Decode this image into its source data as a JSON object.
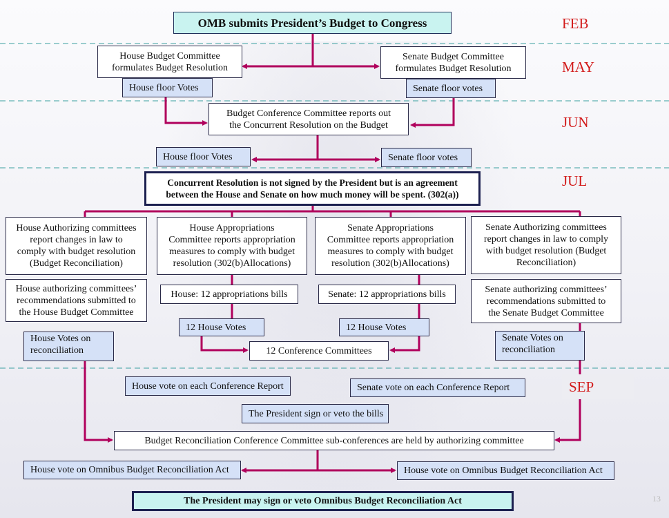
{
  "months": [
    "FEB",
    "MAY",
    "JUN",
    "JUL",
    "SEP"
  ],
  "boxes": {
    "omb": "OMB submits President’s Budget to Congress",
    "house_budget_committee": [
      "House Budget Committee",
      "formulates Budget Resolution"
    ],
    "senate_budget_committee": [
      "Senate Budget Committee",
      "formulates Budget Resolution"
    ],
    "house_floor_votes_1": "House floor Votes",
    "senate_floor_votes_1": "Senate floor votes",
    "conference_committee": [
      "Budget Conference Committee reports out",
      "the Concurrent Resolution on the Budget"
    ],
    "house_floor_votes_2": "House floor Votes",
    "senate_floor_votes_2": "Senate floor votes",
    "concurrent_resolution": [
      "Concurrent Resolution is not signed by the President but is an agreement",
      "between the House and Senate on how much money will be spent.  (302(a))"
    ],
    "house_authorizing": [
      "House Authorizing committees",
      "report changes in law to",
      "comply with budget resolution",
      "(Budget Reconciliation)"
    ],
    "house_appropriations": [
      "House Appropriations",
      "Committee reports appropriation",
      "measures to comply with budget",
      "resolution (302(b)Allocations)"
    ],
    "senate_appropriations": [
      "Senate Appropriations",
      "Committee reports appropriation",
      "measures to comply with budget",
      "resolution (302(b)Allocations)"
    ],
    "senate_authorizing": [
      "Senate Authorizing committees",
      "report changes in law to comply",
      "with budget resolution (Budget",
      "Reconciliation)"
    ],
    "house_auth_recs": [
      "House authorizing committees’",
      "recommendations submitted to",
      "the House Budget Committee"
    ],
    "house_approp_bills": "House: 12 appropriations bills",
    "senate_approp_bills": "Senate: 12 appropriations bills",
    "senate_auth_recs": [
      "Senate  authorizing committees’",
      "recommendations submitted to",
      "the Senate Budget Committee"
    ],
    "house_votes_recon": [
      "House Votes on",
      "reconciliation"
    ],
    "house_12_votes": "12 House Votes",
    "senate_12_votes": "12 House Votes",
    "senate_votes_recon": [
      "Senate Votes on",
      "reconciliation"
    ],
    "twelve_conference": "12 Conference Committees",
    "house_vote_conf_report": "House vote on each Conference Report",
    "senate_vote_conf_report": "Senate vote on each Conference Report",
    "president_sign_bills": "The President sign or veto the bills",
    "recon_conference": "Budget Reconciliation Conference Committee sub-conferences are held by authorizing committee",
    "house_vote_omnibus": "House vote on Omnibus Budget Reconciliation Act",
    "senate_vote_omnibus": "House vote on Omnibus Budget Reconciliation Act",
    "president_omnibus": "The President may sign or veto Omnibus Budget Reconciliation Act"
  },
  "page_number": "13",
  "colors": {
    "connector": "#b0005c",
    "month": "#d21a1a",
    "divider": "#3aa0a0"
  }
}
